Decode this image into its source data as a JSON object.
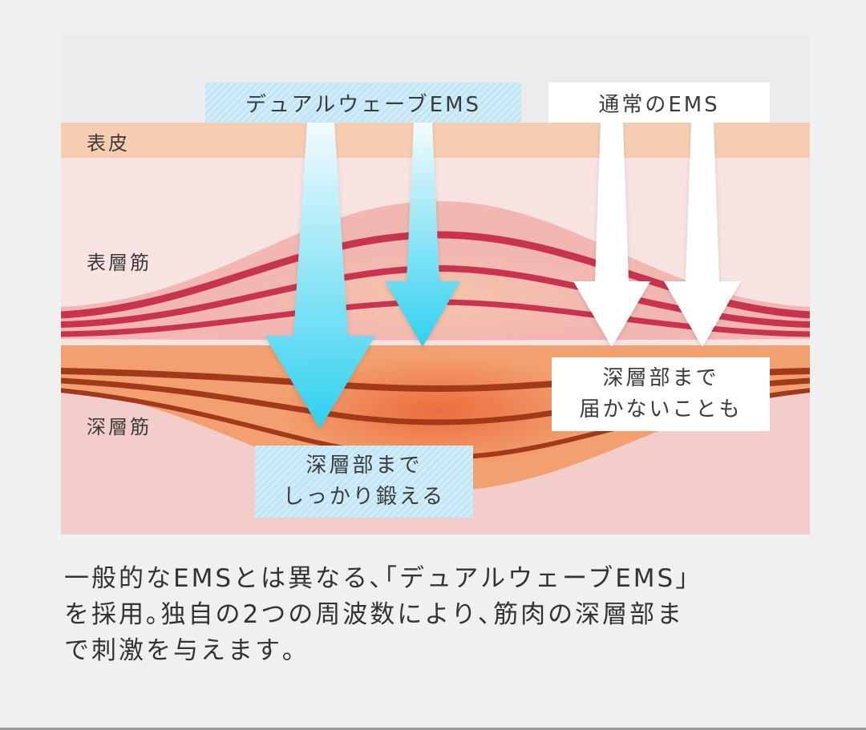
{
  "colors": {
    "page_background": "#eff1f0",
    "top_band": "#ebeced",
    "epidermis": "#f7cdb2",
    "superficial_muscle_bg": "#f8e3e3",
    "muscle_belly": "#f2b7b1",
    "muscle_fiber": "#c8334f",
    "deep_muscle_band": "#f2a070",
    "deep_muscle_fiber": "#a3391b",
    "deep_bottom": "#f2cdc9",
    "dual_wave_arrow_top": "#f4fbfd",
    "dual_wave_arrow_bottom": "#2ed0f0",
    "normal_arrow": "#ffffff",
    "label_blue_box": "#c2e6f5",
    "text": "#333333"
  },
  "layers": {
    "epidermis": "表皮",
    "superficial_muscle": "表層筋",
    "deep_muscle": "深層筋"
  },
  "labels": {
    "dual_wave_ems": "デュアルウェーブEMS",
    "normal_ems": "通常のEMS",
    "dual_wave_result_line1": "深層部まで",
    "dual_wave_result_line2": "しっかり鍛える",
    "normal_result_line1": "深層部まで",
    "normal_result_line2": "届かないことも"
  },
  "caption": {
    "line1": "一般的なEMSとは異なる､｢デュアルウェーブEMS｣",
    "line2": "を採用｡独自の2つの周波数により､筋肉の深層部ま",
    "line3": "で刺激を与えます｡"
  },
  "icons": {
    "dual_wave_arrows": "gradient-down-arrow-icon",
    "normal_arrows": "white-down-arrow-icon"
  }
}
